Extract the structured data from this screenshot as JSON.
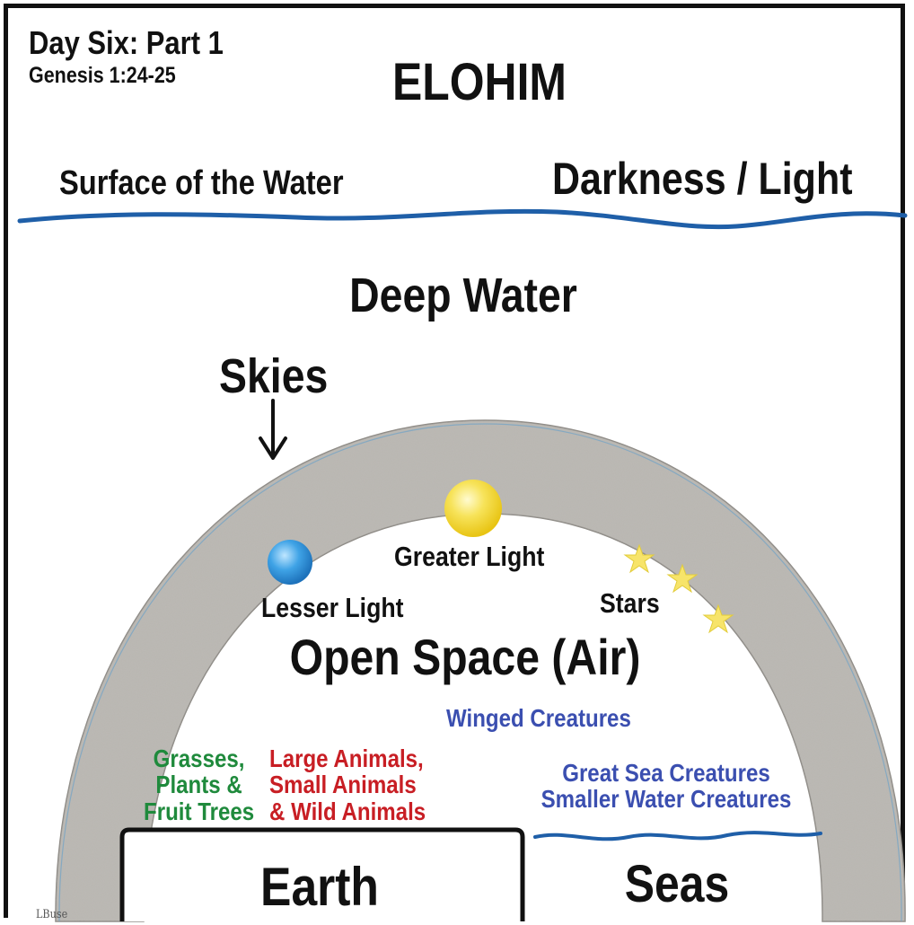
{
  "header": {
    "title": "Day Six: Part 1",
    "reference": "Genesis 1:24-25",
    "name": "ELOHIM"
  },
  "labels": {
    "surface_water": "Surface of the Water",
    "darkness_light": "Darkness / Light",
    "deep_water": "Deep Water",
    "skies": "Skies",
    "greater_light": "Greater Light",
    "lesser_light": "Lesser Light",
    "stars": "Stars",
    "open_space": "Open Space (Air)",
    "winged": "Winged Creatures",
    "plants": "Grasses,\nPlants &\nFruit Trees",
    "animals": "Large Animals,\nSmall Animals\n& Wild Animals",
    "sea_creatures": "Great Sea Creatures\nSmaller Water Creatures",
    "earth": "Earth",
    "seas": "Seas",
    "signature": "LBuse"
  },
  "colors": {
    "text": "#111111",
    "water_blue": "#1f5fa8",
    "dome_gray": "#bdbab5",
    "plants_green": "#1f8a3c",
    "animals_red": "#c81e24",
    "creatures_blue": "#3b4fb0",
    "sun_yellow": "#f5d020",
    "moon_blue": "#2b8fd6",
    "star_yellow": "#f7e46a"
  }
}
